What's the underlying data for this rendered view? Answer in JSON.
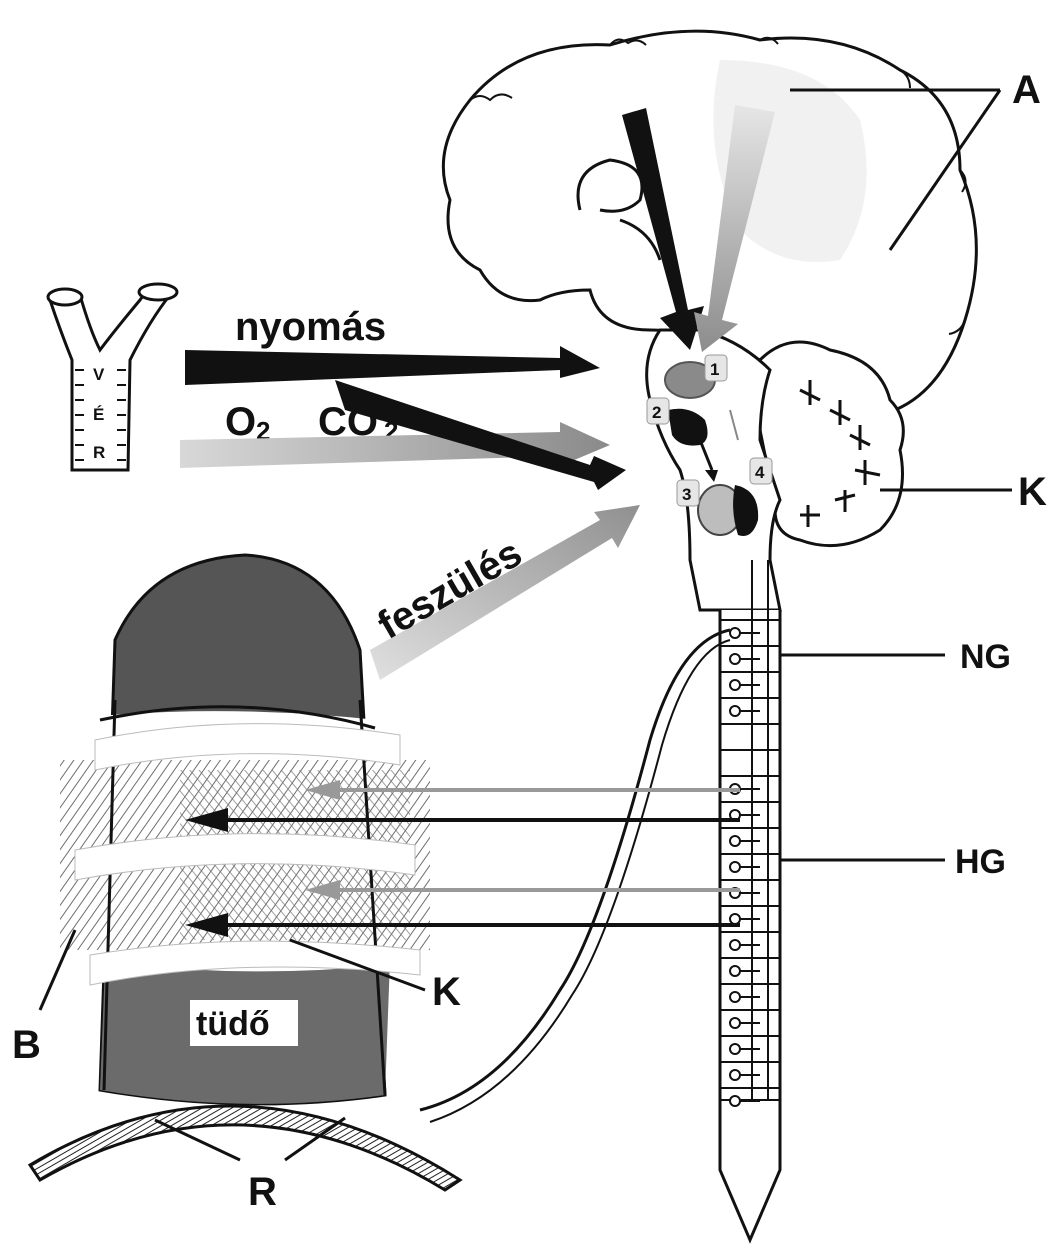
{
  "labels": {
    "A": "A",
    "K_top": "K",
    "NG": "NG",
    "HG": "HG",
    "K_bottom": "K",
    "B": "B",
    "R": "R"
  },
  "vessel_letters": [
    "V",
    "É",
    "R"
  ],
  "arrow_texts": {
    "pressure": "nyomás",
    "o2": "O",
    "o2_sub": "2",
    "co2": "CO",
    "co2_sub": "2",
    "tension": "feszülés"
  },
  "lung_label": "tüdő",
  "brainstem_numbers": [
    "1",
    "2",
    "3",
    "4"
  ]
}
